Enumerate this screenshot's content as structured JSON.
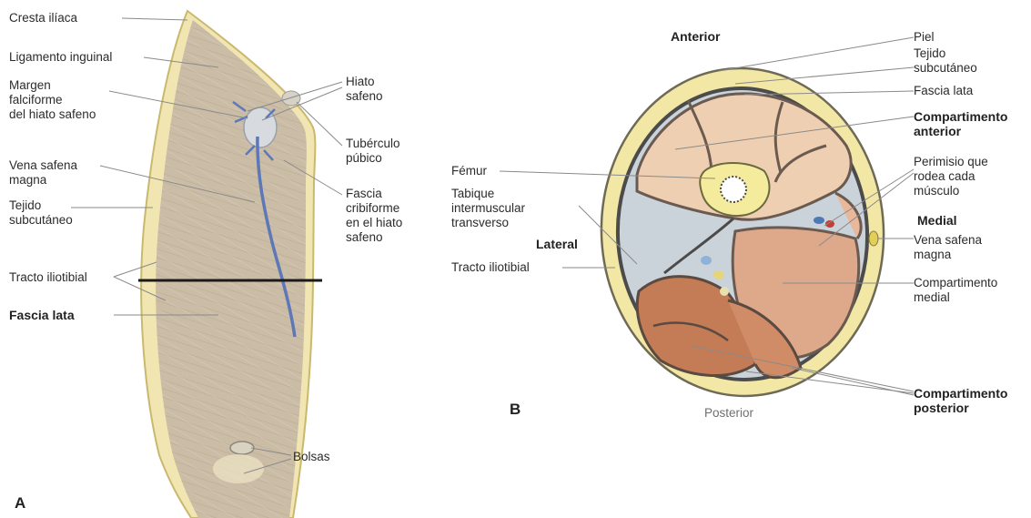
{
  "panel_a": {
    "letter": "A",
    "labels": {
      "cresta_iliaca": "Cresta ilíaca",
      "ligamento_inguinal": "Ligamento inguinal",
      "margen_falciforme": "Margen\nfalciforme\ndel hiato safeno",
      "vena_safena_magna": "Vena safena\nmagna",
      "tejido_subcutaneo": "Tejido\nsubcutáneo",
      "tracto_iliotibial": "Tracto iliotibial",
      "fascia_lata": "Fascia lata",
      "hiato_safeno": "Hiato\nsafeno",
      "tuberculo_pubico": "Tubérculo\npúbico",
      "fascia_cribiforme": "Fascia\ncribiforme\nen el hiato\nsafeno",
      "bolsas": "Bolsas"
    }
  },
  "panel_b": {
    "letter": "B",
    "labels": {
      "anterior": "Anterior",
      "posterior": "Posterior",
      "lateral": "Lateral",
      "medial": "Medial",
      "piel": "Piel",
      "tejido_subcutaneo": "Tejido\nsubcutáneo",
      "fascia_lata": "Fascia lata",
      "compartimento_anterior": "Compartimento\nanterior",
      "femur": "Fémur",
      "tabique": "Tabique\nintermuscular\ntransverso",
      "tracto_iliotibial": "Tracto iliotibial",
      "perimisio": "Perimisio que\nrodea cada\nmúsculo",
      "vena_safena_magna": "Vena safena\nmagna",
      "compartimento_medial": "Compartimento\nmedial",
      "compartimento_posterior": "Compartimento\nposterior"
    }
  }
}
